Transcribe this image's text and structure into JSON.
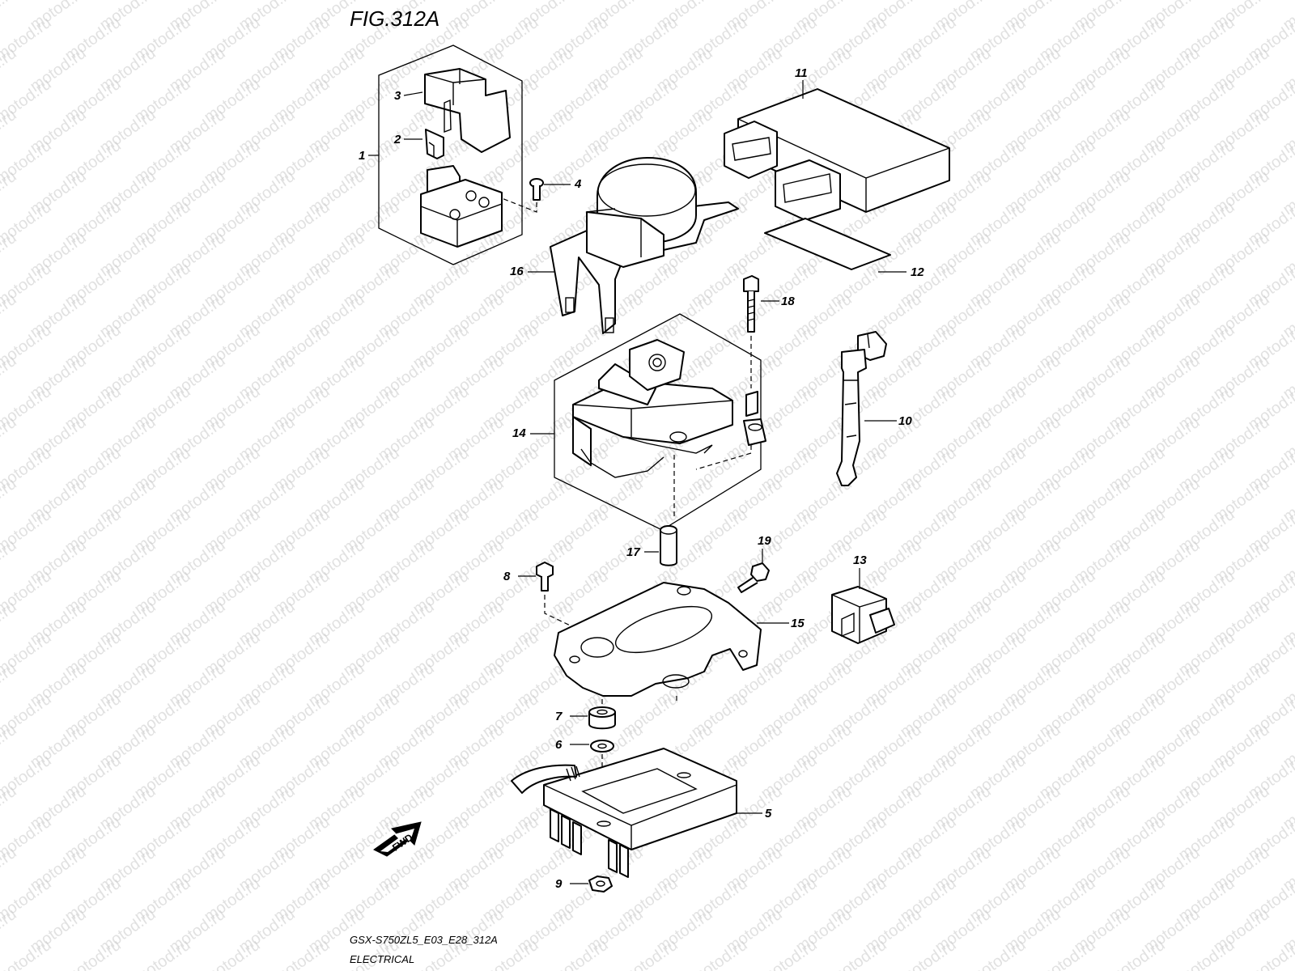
{
  "figure": {
    "title": "FIG.312A",
    "model_code": "GSX-S750ZL5_E03_E28_312A",
    "section": "ELECTRICAL",
    "direction_badge": "FWD"
  },
  "watermark": {
    "text": "motod.ru"
  },
  "callouts": [
    {
      "id": "1",
      "part": "starter-relay-assembly"
    },
    {
      "id": "2",
      "part": "fuse"
    },
    {
      "id": "3",
      "part": "relay-cover"
    },
    {
      "id": "4",
      "part": "screw"
    },
    {
      "id": "5",
      "part": "regulator-rectifier"
    },
    {
      "id": "6",
      "part": "washer"
    },
    {
      "id": "7",
      "part": "cushion"
    },
    {
      "id": "8",
      "part": "bolt"
    },
    {
      "id": "9",
      "part": "nut"
    },
    {
      "id": "10",
      "part": "ignition-coil"
    },
    {
      "id": "11",
      "part": "ecm"
    },
    {
      "id": "12",
      "part": "pad"
    },
    {
      "id": "13",
      "part": "sensor-connector"
    },
    {
      "id": "14",
      "part": "actuator-assembly"
    },
    {
      "id": "15",
      "part": "bracket"
    },
    {
      "id": "16",
      "part": "ecm-holder"
    },
    {
      "id": "17",
      "part": "spacer"
    },
    {
      "id": "18",
      "part": "bolt-long"
    },
    {
      "id": "19",
      "part": "bolt-short"
    }
  ]
}
